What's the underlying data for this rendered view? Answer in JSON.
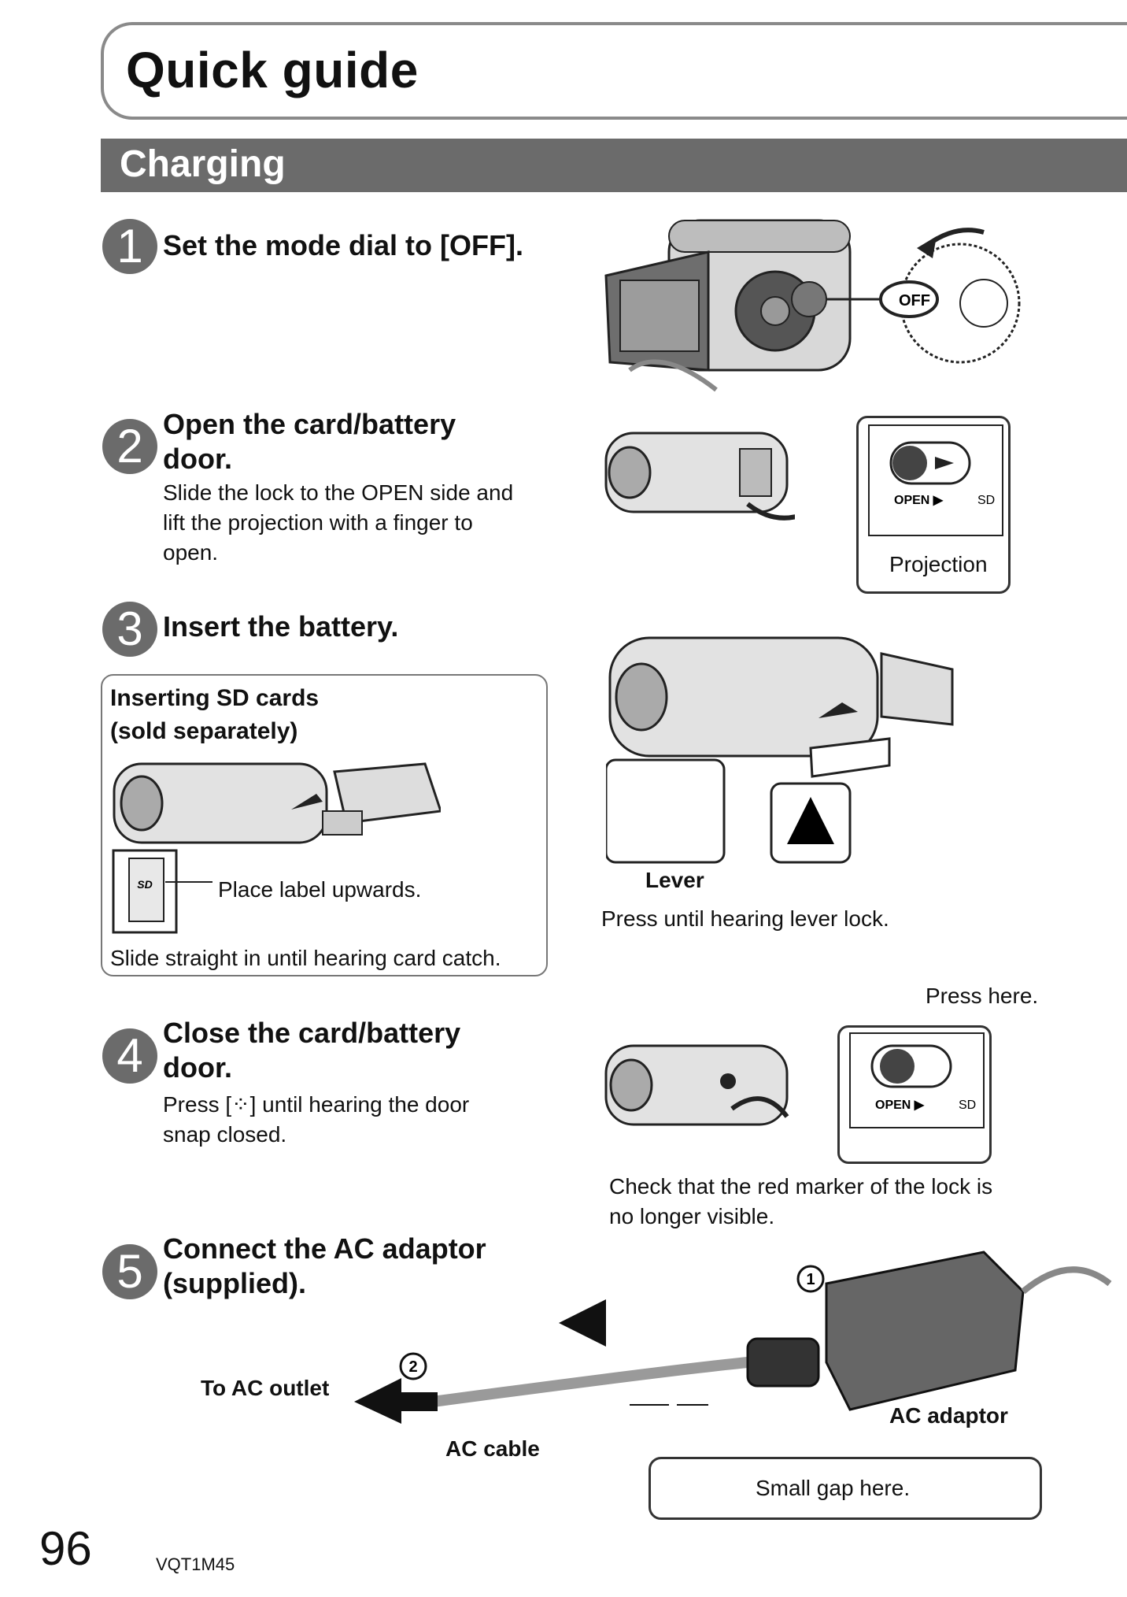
{
  "header": {
    "title": "Quick guide",
    "section": "Charging"
  },
  "steps": [
    {
      "num": "1",
      "title": "Set the mode dial to [OFF]."
    },
    {
      "num": "2",
      "title_line1": "Open the card/battery",
      "title_line2": "door.",
      "desc_line1": "Slide the lock to the OPEN side and",
      "desc_line2": "lift the projection with a finger to",
      "desc_line3": "open."
    },
    {
      "num": "3",
      "title": "Insert the battery."
    },
    {
      "num": "4",
      "title_line1": "Close the card/battery",
      "title_line2": "door.",
      "desc_line1": "Press [⁘] until hearing the door",
      "desc_line2": "snap closed."
    },
    {
      "num": "5",
      "title_line1": "Connect the AC adaptor",
      "title_line2": "(supplied)."
    }
  ],
  "sd_box": {
    "title_line1": "Inserting SD cards",
    "title_line2": "(sold separately)",
    "label_note": "Place label upwards.",
    "footer": "Slide straight in until hearing card catch."
  },
  "figures": {
    "dial_off": "OFF",
    "open_label": "OPEN ▶",
    "sd_label": "SD",
    "projection": "Projection",
    "lever": "Lever",
    "lever_note": "Press until hearing lever lock.",
    "press_here": "Press here.",
    "red_marker_line1": "Check that the red marker of the lock is",
    "red_marker_line2": "no longer visible.",
    "marker_1": "1",
    "marker_2": "2",
    "to_outlet": "To AC outlet",
    "ac_cable": "AC cable",
    "ac_adaptor": "AC adaptor",
    "small_gap": "Small gap here.",
    "sd_card_logo": "SD"
  },
  "footer": {
    "page": "96",
    "code": "VQT1M45"
  },
  "colors": {
    "accent_gray": "#6b6b6b",
    "line": "#333333",
    "cable": "#9a9a9a"
  }
}
